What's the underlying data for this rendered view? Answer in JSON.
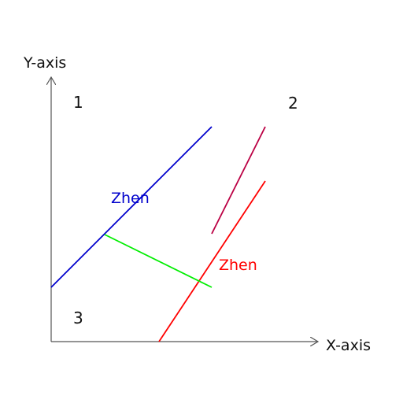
{
  "axes": {
    "x_label": "X-axis",
    "y_label": "Y-axis"
  },
  "regions": {
    "r1": "1",
    "r2": "2",
    "r3": "3"
  },
  "line_labels": {
    "blue": "Zhen",
    "red": "Zhen"
  },
  "colors": {
    "axis": "#555555",
    "blue_line": "#0000cc",
    "red_line": "#ff0000",
    "crimson_line": "#bb0044",
    "green_line": "#00ee00"
  }
}
